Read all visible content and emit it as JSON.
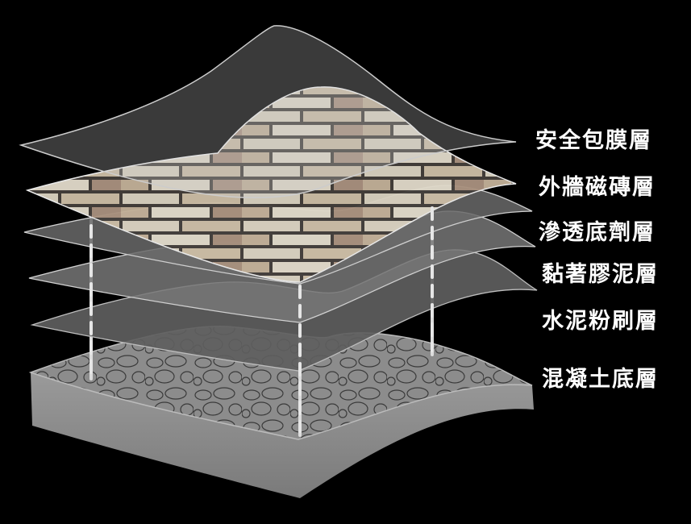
{
  "diagram": {
    "layers": [
      {
        "id": "film",
        "label": "安全包膜層"
      },
      {
        "id": "tile",
        "label": "外牆磁磚層"
      },
      {
        "id": "primer",
        "label": "滲透底劑層"
      },
      {
        "id": "adhesive",
        "label": "黏著膠泥層"
      },
      {
        "id": "plaster",
        "label": "水泥粉刷層"
      },
      {
        "id": "concrete",
        "label": "混凝土底層"
      }
    ]
  },
  "colors": {
    "background": "#000000",
    "label": "#ffffff",
    "film": "#d8d8d8",
    "brick_light": "#d8cfbb",
    "brick_dark": "#a0846e",
    "mortar": "#2a2420",
    "gray_layer": "#6e6e6e",
    "concrete": "#8e8e8e",
    "anchor_rod": "#e0e0e0"
  }
}
